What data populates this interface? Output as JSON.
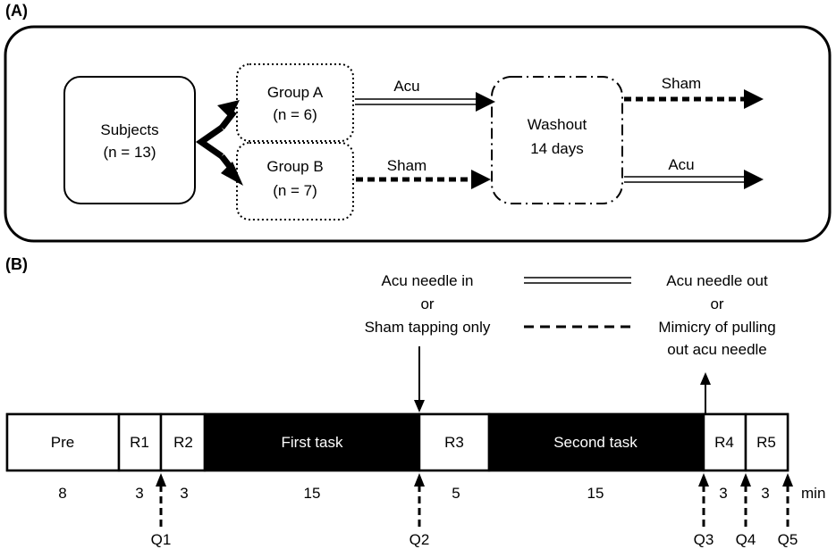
{
  "panel_a": {
    "label": "(A)",
    "subjects": {
      "line1": "Subjects",
      "line2": "(n = 13)"
    },
    "group_a": {
      "line1": "Group A",
      "line2": "(n = 6)"
    },
    "group_b": {
      "line1": "Group B",
      "line2": "(n = 7)"
    },
    "arrow_a_label": "Acu",
    "arrow_b_label": "Sham",
    "washout": {
      "line1": "Washout",
      "line2": "14 days"
    },
    "out_top_label": "Sham",
    "out_bottom_label": "Acu"
  },
  "panel_b": {
    "label": "(B)",
    "legend": {
      "left_line1": "Acu needle in",
      "left_line2": "or",
      "left_line3": "Sham tapping only",
      "right_line1": "Acu needle out",
      "right_line2": "or",
      "right_line3": "Mimicry of pulling",
      "right_line4": "out acu needle"
    },
    "segments": [
      {
        "label": "Pre",
        "duration": "8",
        "dark": false
      },
      {
        "label": "R1",
        "duration": "3",
        "dark": false
      },
      {
        "label": "R2",
        "duration": "3",
        "dark": false
      },
      {
        "label": "First task",
        "duration": "15",
        "dark": true
      },
      {
        "label": "R3",
        "duration": "5",
        "dark": false
      },
      {
        "label": "Second task",
        "duration": "15",
        "dark": true
      },
      {
        "label": "R4",
        "duration": "3",
        "dark": false
      },
      {
        "label": "R5",
        "duration": "3",
        "dark": false
      }
    ],
    "unit": "min",
    "questionnaires": [
      "Q1",
      "Q2",
      "Q3",
      "Q4",
      "Q5"
    ]
  }
}
